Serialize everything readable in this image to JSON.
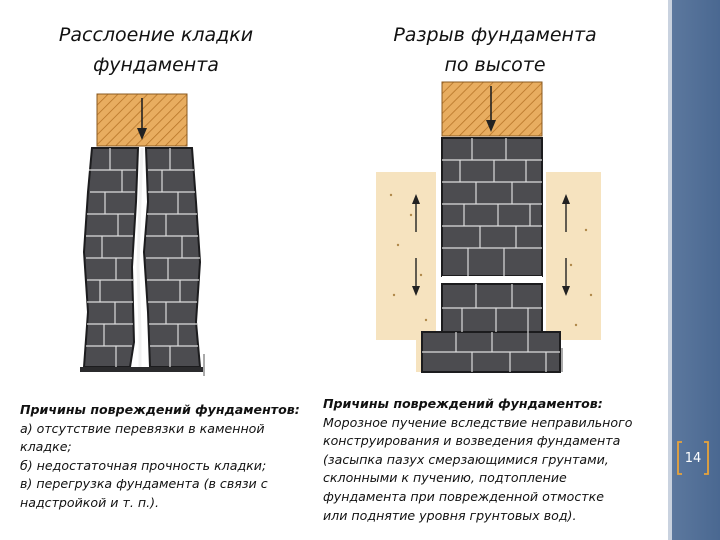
{
  "left": {
    "title_lines": [
      "Расслоение кладки",
      "фундамента"
    ],
    "heading": "Причины повреждений фундаментов:",
    "lines": [
      "а) отсутствие перевязки в каменной",
      "кладке;",
      "б) недостаточная прочность кладки;",
      "в) перегрузка фундамента (в связи с",
      "надстройкой и т. п.)."
    ]
  },
  "right": {
    "title_lines": [
      "Разрыв фундамента",
      "по высоте"
    ],
    "heading": "Причины повреждений фундаментов:",
    "lines": [
      "Морозное пучение вследствие неправильного",
      "конструирования и возведения фундамента",
      "(засыпка пазух смерзающимися грунтами,",
      "склонными к пучению, подтопление",
      "фундамента при поврежденной отмостке",
      "или поднятие уровня грунтовых вод)."
    ]
  },
  "page_number": "14",
  "colors": {
    "stone": "#4c4c50",
    "stone_edge": "#1c1c1e",
    "wall_hatch": "#e3a75a",
    "soil": "#f6e3bf",
    "sidebar": "#4a6891"
  }
}
